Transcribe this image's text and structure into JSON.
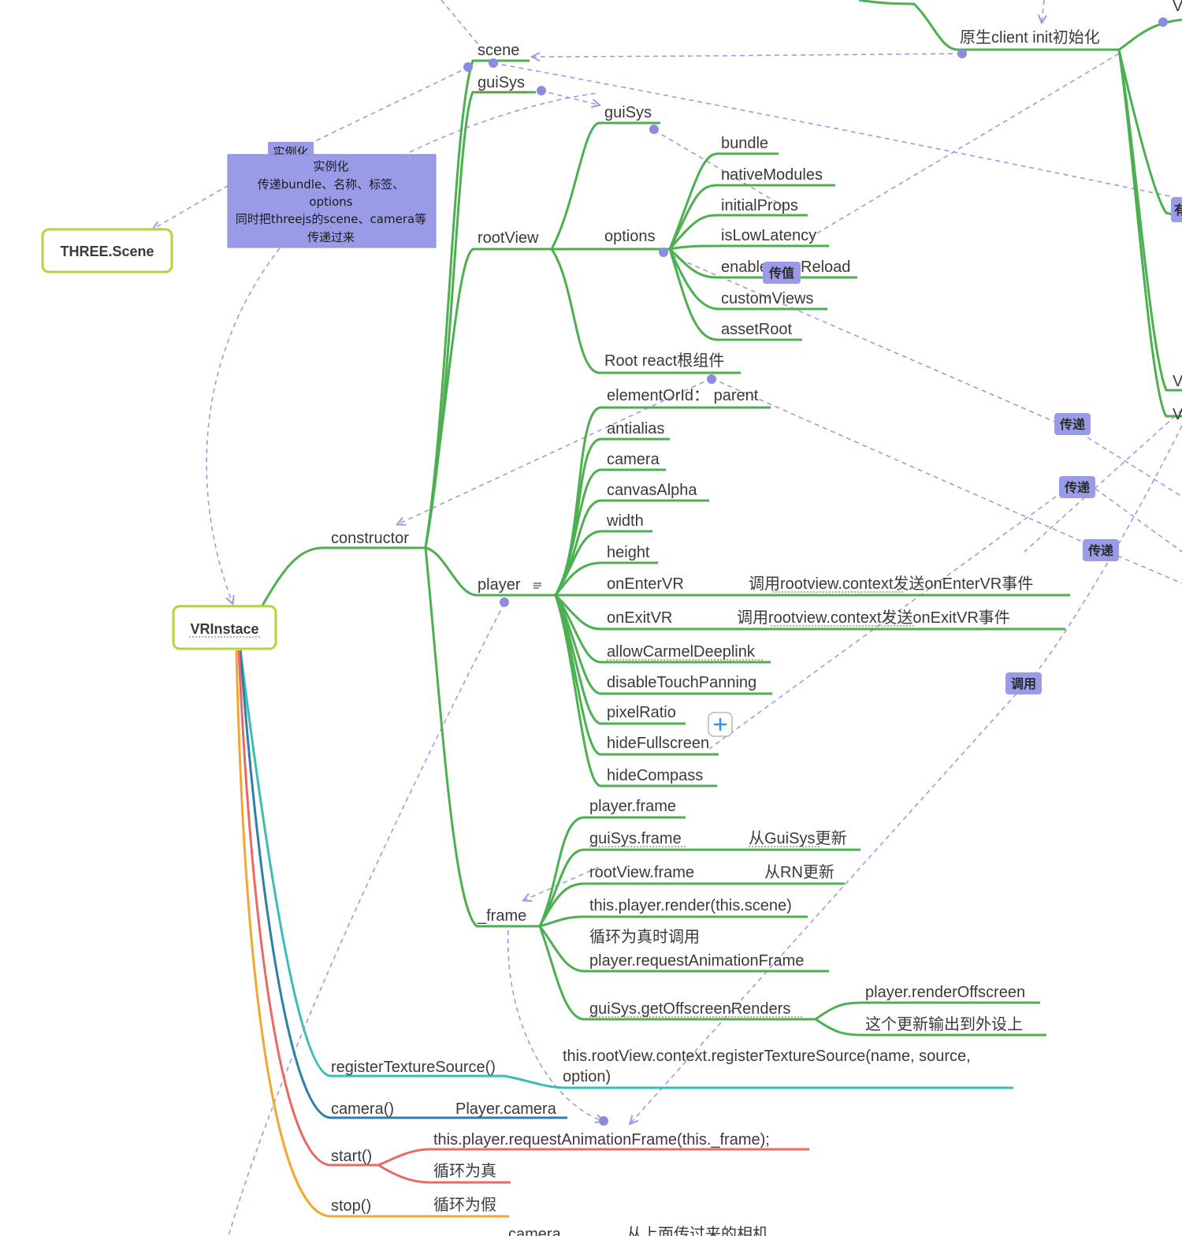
{
  "nodes": {
    "root": "VRInstace",
    "three_scene": "THREE.Scene",
    "constructor": "constructor",
    "scene": "scene",
    "guisys_top": "guiSys",
    "rootview": "rootView",
    "guisys_child": "guiSys",
    "options": "options",
    "opt_bundle": "bundle",
    "opt_native": "nativeModules",
    "opt_initial": "initialProps",
    "opt_lowlat": "isLowLatency",
    "opt_enable": "enable",
    "opt_reload": "Reload",
    "opt_custom": "customViews",
    "opt_asset": "assetRoot",
    "root_react": "Root react根组件",
    "player": "player",
    "element": "elementOrId：  parent",
    "antialias": "antialias",
    "camera": "camera",
    "canvas": "canvasAlpha",
    "width": "width",
    "height": "height",
    "onenter": "onEnterVR",
    "onenter_note": "调用rootview.context发送onEnterVR事件",
    "onexit": "onExitVR",
    "onexit_note": "调用rootview.context发送onExitVR事件",
    "allow": "allowCarmelDeeplink",
    "disable": "disableTouchPanning",
    "pixel": "pixelRatio",
    "hidefull": "hideFullscreen",
    "hidecompass": "hideCompass",
    "frame": "_frame",
    "f_player": "player.frame",
    "f_guisys": "guiSys.frame",
    "f_guisys_note": "从GuiSys更新",
    "f_rootview": "rootView.frame",
    "f_rootview_note": "从RN更新",
    "f_render": "this.player.render(this.scene)",
    "f_loop1": "循环为真时调用",
    "f_loop2": "player.requestAnimationFrame",
    "f_offscreen": "guiSys.getOffscreenRenders",
    "f_off_a": "player.renderOffscreen",
    "f_off_b": "这个更新输出到外设上",
    "register": "registerTextureSource()",
    "register_note1": "this.rootView.context.registerTextureSource(name, source,",
    "register_note2": "option)",
    "camera_fn": "camera()",
    "camera_fn_note": "Player.camera",
    "start": "start()",
    "start_a": "this.player.requestAnimationFrame(this._frame);",
    "start_b": "循环为真",
    "stop": "stop()",
    "stop_a": "循环为假",
    "bottom_a": "camera",
    "bottom_b": "从上面传过来的相机",
    "client_init": "原生client init初始化",
    "edge_v1": "V",
    "edge_v2": "V",
    "edge_v3": "V",
    "edge_you": "有"
  },
  "callout": {
    "tab": "实例化",
    "lines": [
      "实例化",
      "传递bundle、名称、标签、",
      "options",
      "同时把threejs的scene、camera等",
      "传递过来"
    ]
  },
  "tags": {
    "pass_value": "传值",
    "pass1": "传递",
    "pass2": "传递",
    "pass3": "传递",
    "call": "调用"
  },
  "colors": {
    "branch_green": "#4caf50",
    "branch_teal": "#3cbcb4",
    "branch_blue": "#2e7fa8",
    "branch_red": "#e96a62",
    "branch_orange": "#f0a830",
    "relation": "#9b9be8",
    "callout_fill": "#9a9be6",
    "node_border": "#b5d43a"
  },
  "icons": {
    "add": "plus-icon",
    "note": "note-icon"
  }
}
